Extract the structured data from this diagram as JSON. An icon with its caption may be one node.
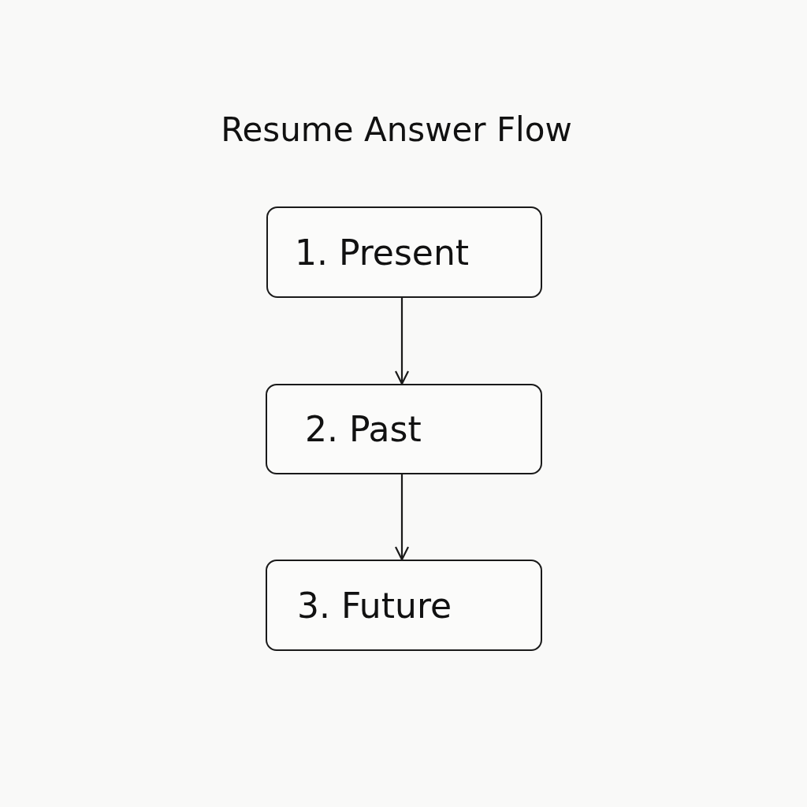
{
  "diagram": {
    "title": "Resume Answer Flow",
    "nodes": [
      {
        "text": [
          "1. Present"
        ]
      },
      {
        "text": [
          "2. Past"
        ]
      },
      {
        "text": [
          "3. Future"
        ]
      }
    ],
    "edges": [
      {
        "from": 0,
        "to": 1,
        "arrow": "to"
      },
      {
        "from": 1,
        "to": 2,
        "arrow": "to"
      }
    ]
  }
}
